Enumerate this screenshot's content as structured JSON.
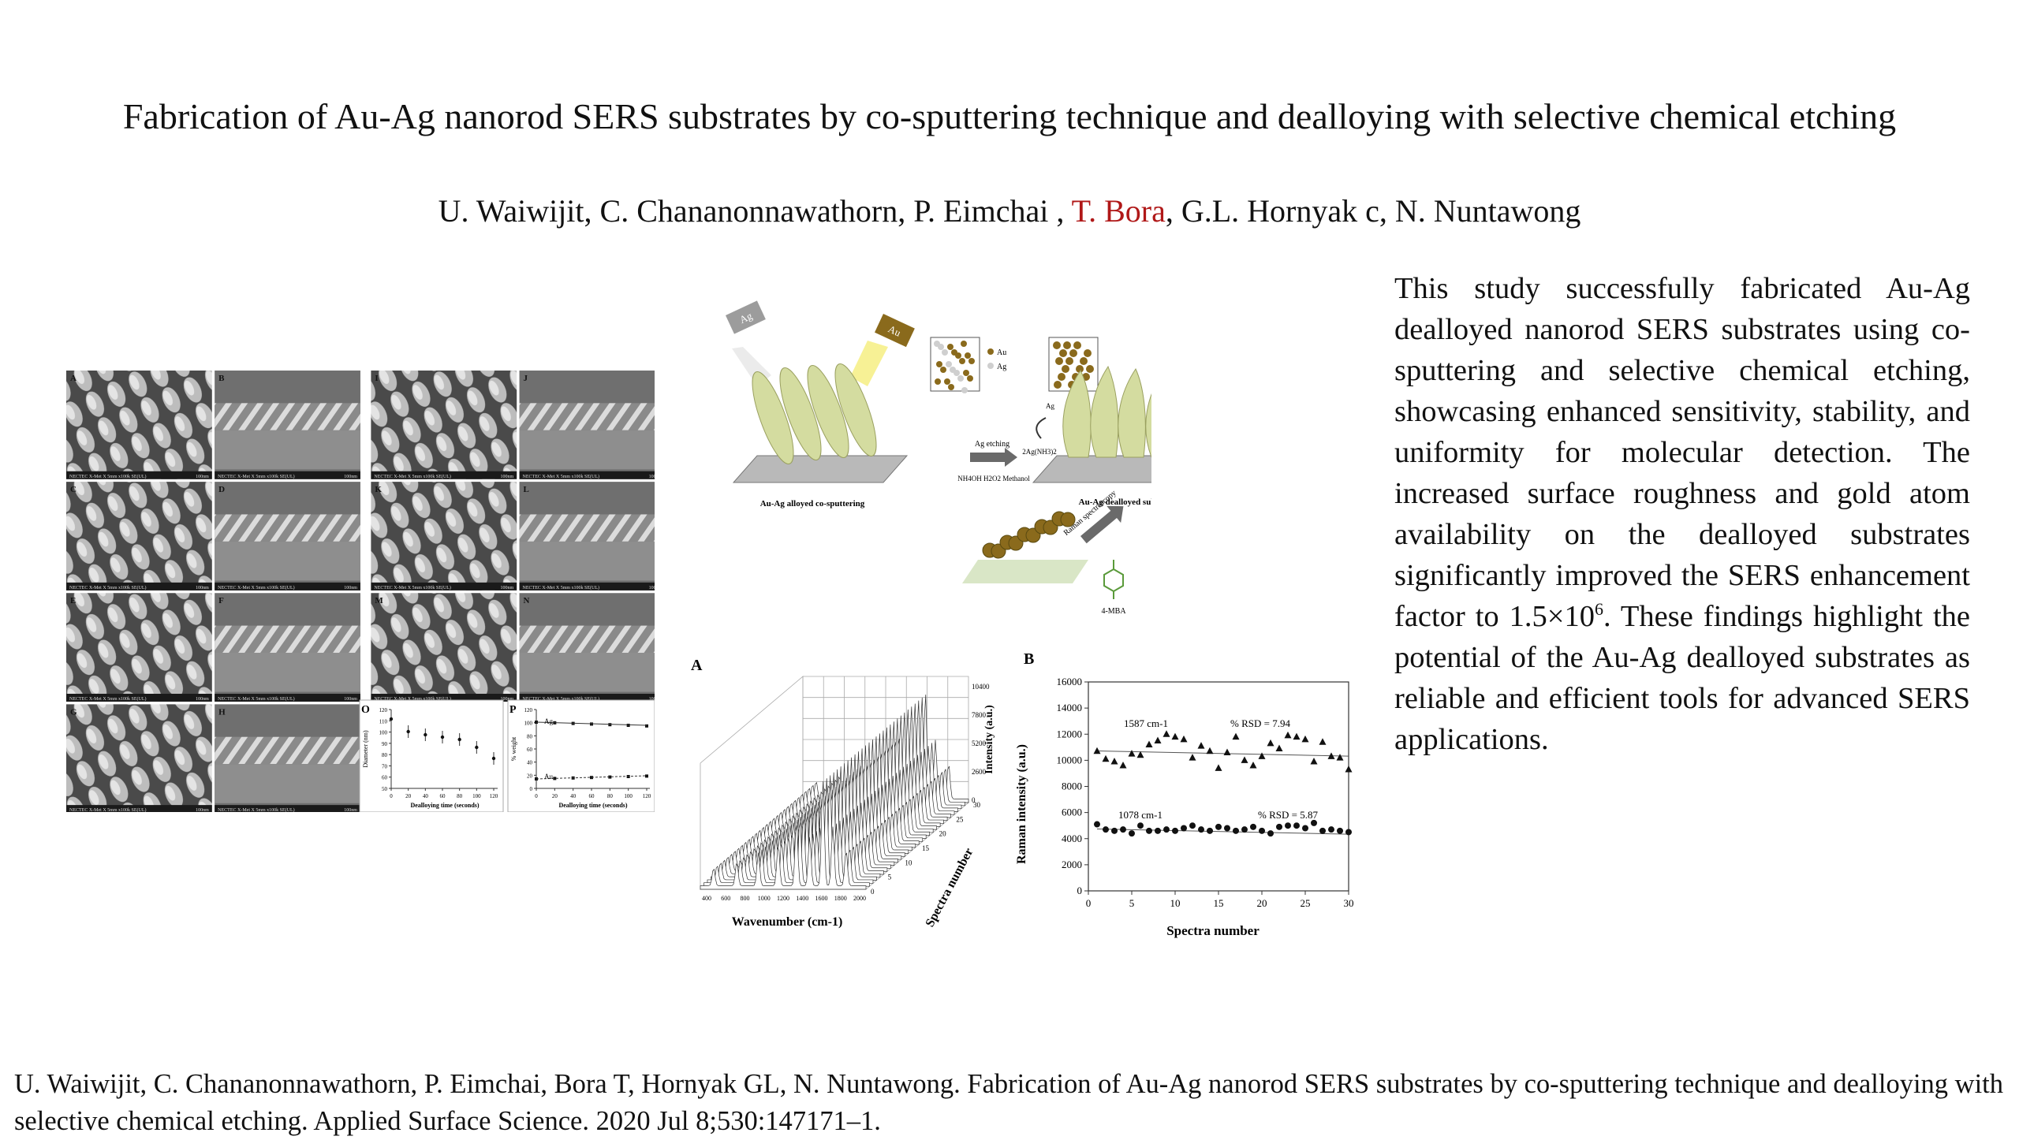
{
  "paper": {
    "title": "Fabrication of Au-Ag nanorod SERS substrates by co-sputtering technique and dealloying with selective chemical etching",
    "authors": {
      "before": "U. Waiwijit, C. Chananonnawathorn, P. Eimchai , ",
      "highlight": "T. Bora",
      "after": ", G.L. Hornyak c, N. Nuntawong"
    },
    "abstract": {
      "pre": "This study successfully fabricated Au-Ag dealloyed nanorod SERS substrates using co-sputtering and selective chemical etching, showcasing enhanced sensitivity, stability, and uniformity for molecular detection. The increased surface roughness and gold atom availability on the dealloyed substrates significantly improved the SERS enhancement factor to 1.5×10",
      "sup": "6",
      "post": ". These findings highlight the potential of the Au-Ag dealloyed substrates as reliable and efficient tools for advanced SERS applications."
    },
    "citation": "U. Waiwijit, C. Chananonnawathorn, P. Eimchai, Bora T, Hornyak GL, N. Nuntawong. Fabrication of Au-Ag nanorod SERS substrates by co-sputtering technique and dealloying with selective chemical etching. Applied Surface Science. 2020 Jul 8;530:147171–1."
  },
  "figure": {
    "sem_panels": [
      "A",
      "B",
      "I",
      "J",
      "C",
      "D",
      "K",
      "L",
      "E",
      "F",
      "M",
      "N",
      "G",
      "H"
    ],
    "sem_caption": "NECTEC X-Met X 5mm x100k SE(UL)",
    "sem_scale": "100nm",
    "chart_o": {
      "label": "O",
      "ylabel": "Diameter (nm)",
      "xlabel": "Dealloying time (seconds)",
      "yticks": [
        "120",
        "110",
        "100",
        "90",
        "80",
        "70",
        "60",
        "50"
      ],
      "xticks": [
        "0",
        "20",
        "40",
        "60",
        "80",
        "100",
        "120"
      ]
    },
    "chart_p": {
      "label": "P",
      "ylabel": "% weight",
      "xlabel": "Dealloying time (seconds)",
      "yticks": [
        "120",
        "100",
        "80",
        "60",
        "40",
        "20",
        "0"
      ],
      "xticks": [
        "0",
        "20",
        "40",
        "60",
        "80",
        "100",
        "120"
      ],
      "series_labels": [
        "Ag",
        "Au"
      ]
    },
    "schematic": {
      "ag_target": "Ag",
      "au_target": "Au",
      "legend_au": "Au",
      "legend_ag": "Ag",
      "etch_label": "Ag etching",
      "etch_reagents": "NH4OH H2O2 Methanol",
      "byproduct": "2Ag(NH3)2",
      "ag_small": "Ag",
      "left_caption": "Au-Ag alloyed co-sputtering",
      "right_caption": "Au-Ag dealloyed substrate",
      "raman_arrow": "Raman spectroscopy",
      "molecule": "4-MBA"
    },
    "chart_a": {
      "label": "A",
      "xlabel": "Wavenumber (cm-1)",
      "zlabel": "Spectra number",
      "ylabel": "Intensity (a.u.)",
      "xticks": [
        "400",
        "600",
        "800",
        "1000",
        "1200",
        "1400",
        "1600",
        "1800",
        "2000"
      ],
      "zticks": [
        "0",
        "5",
        "10",
        "15",
        "20",
        "25",
        "30"
      ],
      "yticks": [
        "0",
        "2600",
        "5200",
        "7800",
        "10400"
      ]
    }
  },
  "chart_data": {
    "type": "scatter",
    "label": "B",
    "xlabel": "Spectra number",
    "ylabel": "Raman intensity (a.u.)",
    "xlim": [
      0,
      30
    ],
    "ylim": [
      0,
      16000
    ],
    "xticks": [
      0,
      5,
      10,
      15,
      20,
      25,
      30
    ],
    "yticks": [
      0,
      2000,
      4000,
      6000,
      8000,
      10000,
      12000,
      14000,
      16000
    ],
    "annotations": [
      "1587 cm-1",
      "% RSD = 7.94",
      "1078 cm-1",
      "% RSD = 5.87"
    ],
    "series": [
      {
        "marker": "triangle",
        "x": [
          1,
          2,
          3,
          4,
          5,
          6,
          7,
          8,
          9,
          10,
          11,
          12,
          13,
          14,
          15,
          16,
          17,
          18,
          19,
          20,
          21,
          22,
          23,
          24,
          25,
          26,
          27,
          28,
          29,
          30
        ],
        "y": [
          10700,
          10100,
          9900,
          9600,
          10500,
          10400,
          11200,
          11500,
          12000,
          11800,
          11600,
          10200,
          11100,
          10700,
          9400,
          10600,
          11800,
          10000,
          9600,
          10300,
          11300,
          10900,
          11900,
          11800,
          11600,
          9900,
          11400,
          10300,
          10200,
          9300
        ]
      },
      {
        "marker": "circle",
        "x": [
          1,
          2,
          3,
          4,
          5,
          6,
          7,
          8,
          9,
          10,
          11,
          12,
          13,
          14,
          15,
          16,
          17,
          18,
          19,
          20,
          21,
          22,
          23,
          24,
          25,
          26,
          27,
          28,
          29,
          30
        ],
        "y": [
          5100,
          4700,
          4600,
          4700,
          4400,
          5000,
          4600,
          4600,
          4700,
          4600,
          4800,
          5000,
          4700,
          4600,
          4900,
          4800,
          4600,
          4700,
          4900,
          4600,
          4400,
          4900,
          5000,
          5000,
          4800,
          5200,
          4600,
          4700,
          4600,
          4500
        ]
      }
    ]
  }
}
